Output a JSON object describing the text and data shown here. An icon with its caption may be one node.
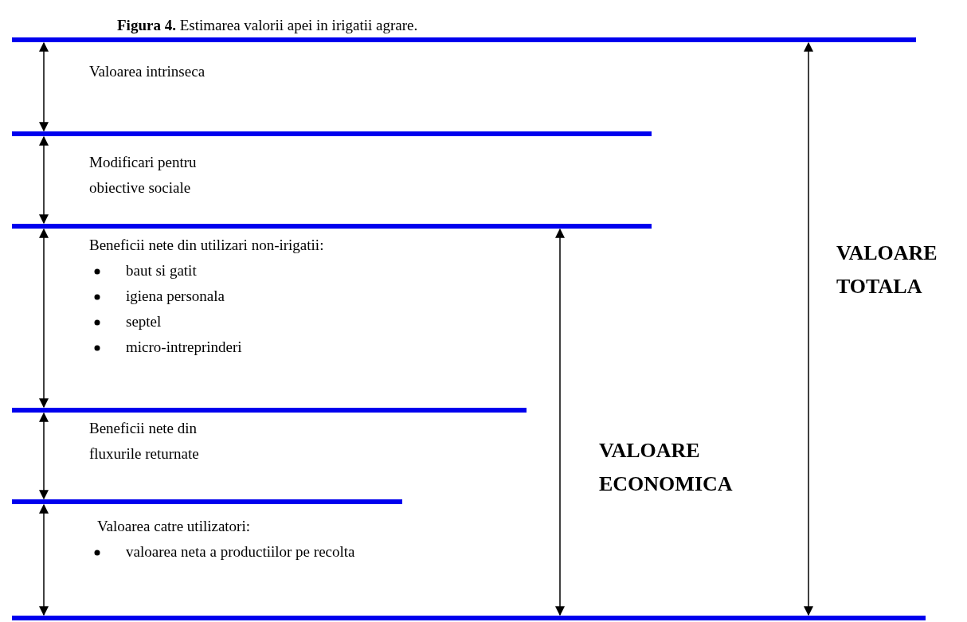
{
  "diagram": {
    "title": "**Figura 4.** Estimarea valorii apei in irigatii agrare.",
    "labels": [
      "Valoarea intrinseca",
      "Modificari pentru obiective sociale",
      "Beneficii nete din utilizari non-irigatii:",
      "baut si gatit",
      "igiena personala",
      "septel",
      "micro-intreprinderi",
      "Beneficii nete din fluxurile returnate",
      "Valoarea catre utilizatori:",
      "valoarea neta a productiilor pe recolta",
      "VALOARE ECONOMICA",
      "VALOARE TOTALA"
    ]
  }
}
